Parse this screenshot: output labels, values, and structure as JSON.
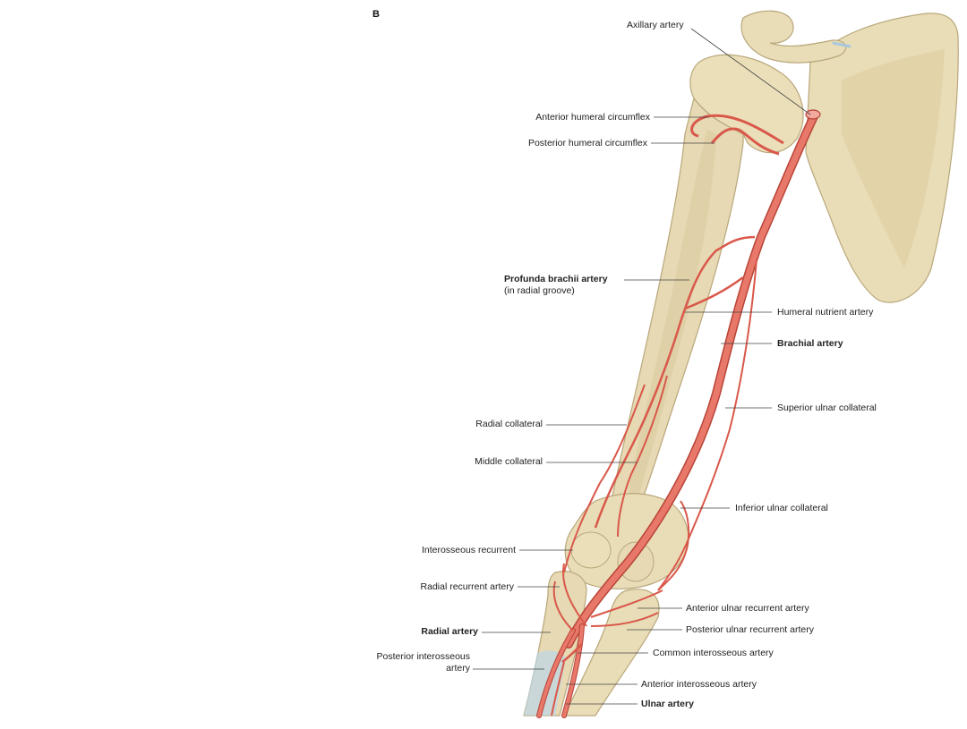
{
  "panel_letter": "B",
  "colors": {
    "bone": "#e6d9b3",
    "bone_shadow": "#c9b88a",
    "artery": "#e0675a",
    "artery_dark": "#b84438",
    "leader": "#444444"
  },
  "labels": {
    "axillary": "Axillary artery",
    "ant_humeral_circumflex": "Anterior humeral circumflex",
    "post_humeral_circumflex": "Posterior humeral circumflex",
    "profunda_brachii": "Profunda brachii artery",
    "profunda_note": "(in radial groove)",
    "humeral_nutrient": "Humeral nutrient artery",
    "brachial": "Brachial artery",
    "superior_ulnar_collateral": "Superior ulnar collateral",
    "radial_collateral": "Radial collateral",
    "middle_collateral": "Middle collateral",
    "inferior_ulnar_collateral": "Inferior ulnar collateral",
    "interosseous_recurrent": "Interosseous recurrent",
    "radial_recurrent": "Radial recurrent artery",
    "anterior_ulnar_recurrent": "Anterior ulnar recurrent artery",
    "posterior_ulnar_recurrent": "Posterior ulnar recurrent artery",
    "radial_artery": "Radial artery",
    "common_interosseous": "Common interosseous artery",
    "posterior_interosseous_1": "Posterior interosseous",
    "posterior_interosseous_2": "artery",
    "anterior_interosseous": "Anterior interosseous artery",
    "ulnar_artery": "Ulnar artery"
  }
}
